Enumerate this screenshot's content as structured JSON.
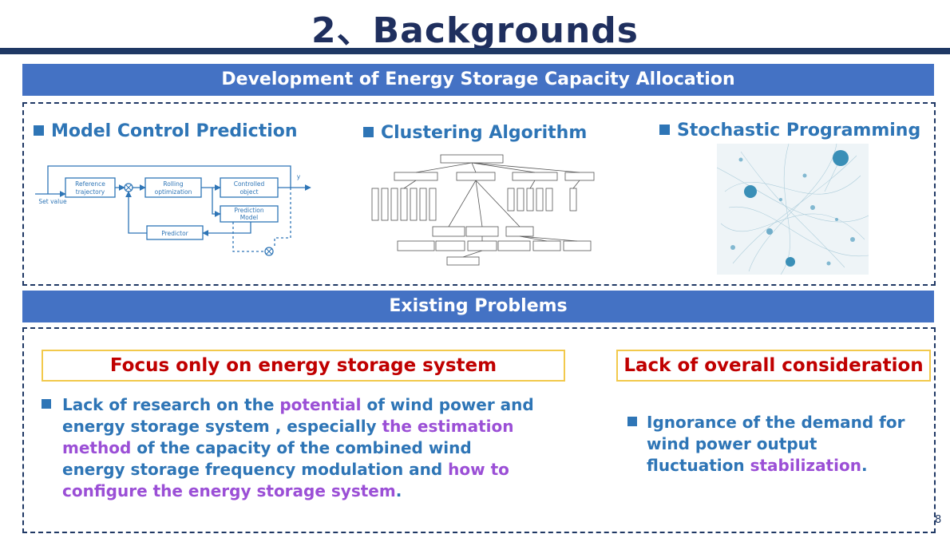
{
  "title": "2、Backgrounds",
  "section1": {
    "band": "Development of Energy Storage Capacity Allocation",
    "items": [
      {
        "label": "Model Control Prediction"
      },
      {
        "label": "Clustering  Algorithm"
      },
      {
        "label": "Stochastic Programming"
      }
    ],
    "mpc_diagram": {
      "reference": [
        "Reference",
        "trajectory"
      ],
      "rolling": [
        "Rolling",
        "optimization"
      ],
      "controlled": [
        "Controlled",
        "object"
      ],
      "prediction": [
        "Prediction",
        "Model"
      ],
      "predictor": "Predictor",
      "set_value": "Set value",
      "y": "y"
    }
  },
  "section2": {
    "band": "Existing Problems",
    "left_header": "Focus only on energy storage system",
    "right_header": "Lack of overall consideration",
    "left_text": {
      "p1": "Lack of research on the ",
      "h1": "potential",
      "p2": " of wind power and energy storage system , especially ",
      "h2": "the estimation method",
      "p3": " of the capacity of the combined wind energy storage frequency modulation and ",
      "h3": "how to configure the energy storage system",
      "p4": "."
    },
    "right_text": {
      "p1": "Ignorance of the demand for wind power output fluctuation ",
      "h1": "stabilization",
      "p2": "."
    }
  },
  "page_number": "8",
  "colors": {
    "band": "#4472c4",
    "title": "#1f2f5e",
    "accent": "#2e75b6",
    "highlight": "#9b4fd6",
    "problem": "#c00000",
    "problem_border": "#f2c94c"
  }
}
